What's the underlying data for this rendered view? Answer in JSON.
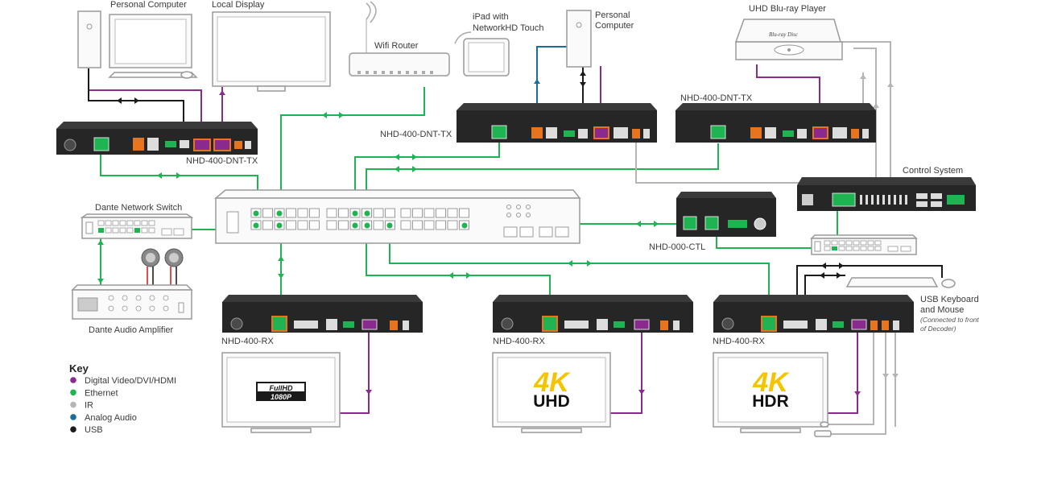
{
  "labels": {
    "pc1": "Personal Computer",
    "local_display": "Local Display",
    "wifi_router": "Wifi Router",
    "ipad": "iPad with",
    "ipad2": "NetworkHD Touch",
    "pc2a": "Personal",
    "pc2b": "Computer",
    "bluray": "UHD Blu-ray Player",
    "tx1": "NHD-400-DNT-TX",
    "tx2": "NHD-400-DNT-TX",
    "tx3": "NHD-400-DNT-TX",
    "dante_switch": "Dante Network Switch",
    "dante_amp": "Dante Audio Amplifier",
    "control_system": "Control System",
    "ctl": "NHD-000-CTL",
    "rx1": "NHD-400-RX",
    "rx2": "NHD-400-RX",
    "rx3": "NHD-400-RX",
    "usb_kbd1": "USB Keyboard",
    "usb_kbd2": "and Mouse",
    "usb_note1": "(Connected to front",
    "usb_note2": "of Decoder)"
  },
  "screens": {
    "fullhd_top": "FullHD",
    "fullhd_bottom": "1080P",
    "uhd_big": "4K",
    "uhd_small": "UHD",
    "hdr_big": "4K",
    "hdr_small": "HDR"
  },
  "key": {
    "title": "Key",
    "items": [
      {
        "label": "Digital Video/DVI/HDMI",
        "color": "#8a2a8f"
      },
      {
        "label": "Ethernet",
        "color": "#1eb451"
      },
      {
        "label": "IR",
        "color": "#b5b5b5"
      },
      {
        "label": "Analog Audio",
        "color": "#1a6e9a"
      },
      {
        "label": "USB",
        "color": "#1b1b1b"
      }
    ]
  },
  "colors": {
    "video": "#8a2a8f",
    "ethernet": "#1eb451",
    "ir": "#b5b5b5",
    "analog": "#1a6e9a",
    "usb": "#1b1b1b",
    "accent_orange": "#e8741e",
    "badge_yellow": "#f5c400"
  }
}
